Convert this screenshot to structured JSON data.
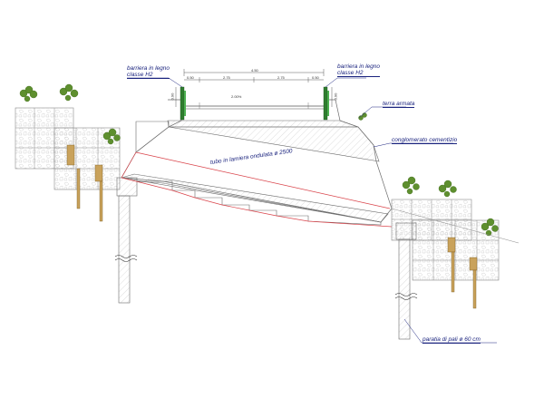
{
  "labels": {
    "barrier_left": [
      "barriera in legno",
      "classe H2"
    ],
    "barrier_right": [
      "barriera in legno",
      "classe H2"
    ],
    "reinforced_earth": "terra armata",
    "concrete": "conglomerato cementizio",
    "pipe": "tubo in lamiera ondulata ø 2500",
    "pile_wall": "paratia di pali ø 60 cm"
  },
  "dimensions": {
    "total_width": "4.50",
    "side_left": "0.50",
    "side_right": "0.50",
    "lane_left": "2.75",
    "lane_right": "2.75",
    "crossfall": "2.00%",
    "height_left": "0.90",
    "height_right": "0.90"
  },
  "colors": {
    "outline": "#6b6b6b",
    "concrete_hatch": "#b0b0b0",
    "red_line": "#d9434a",
    "grid": "#8a8a8a",
    "leader": "#1a237e",
    "plant": "#5e8f2e",
    "barrier": "#2f7d2f",
    "pile_fill": "#c9a25b"
  }
}
